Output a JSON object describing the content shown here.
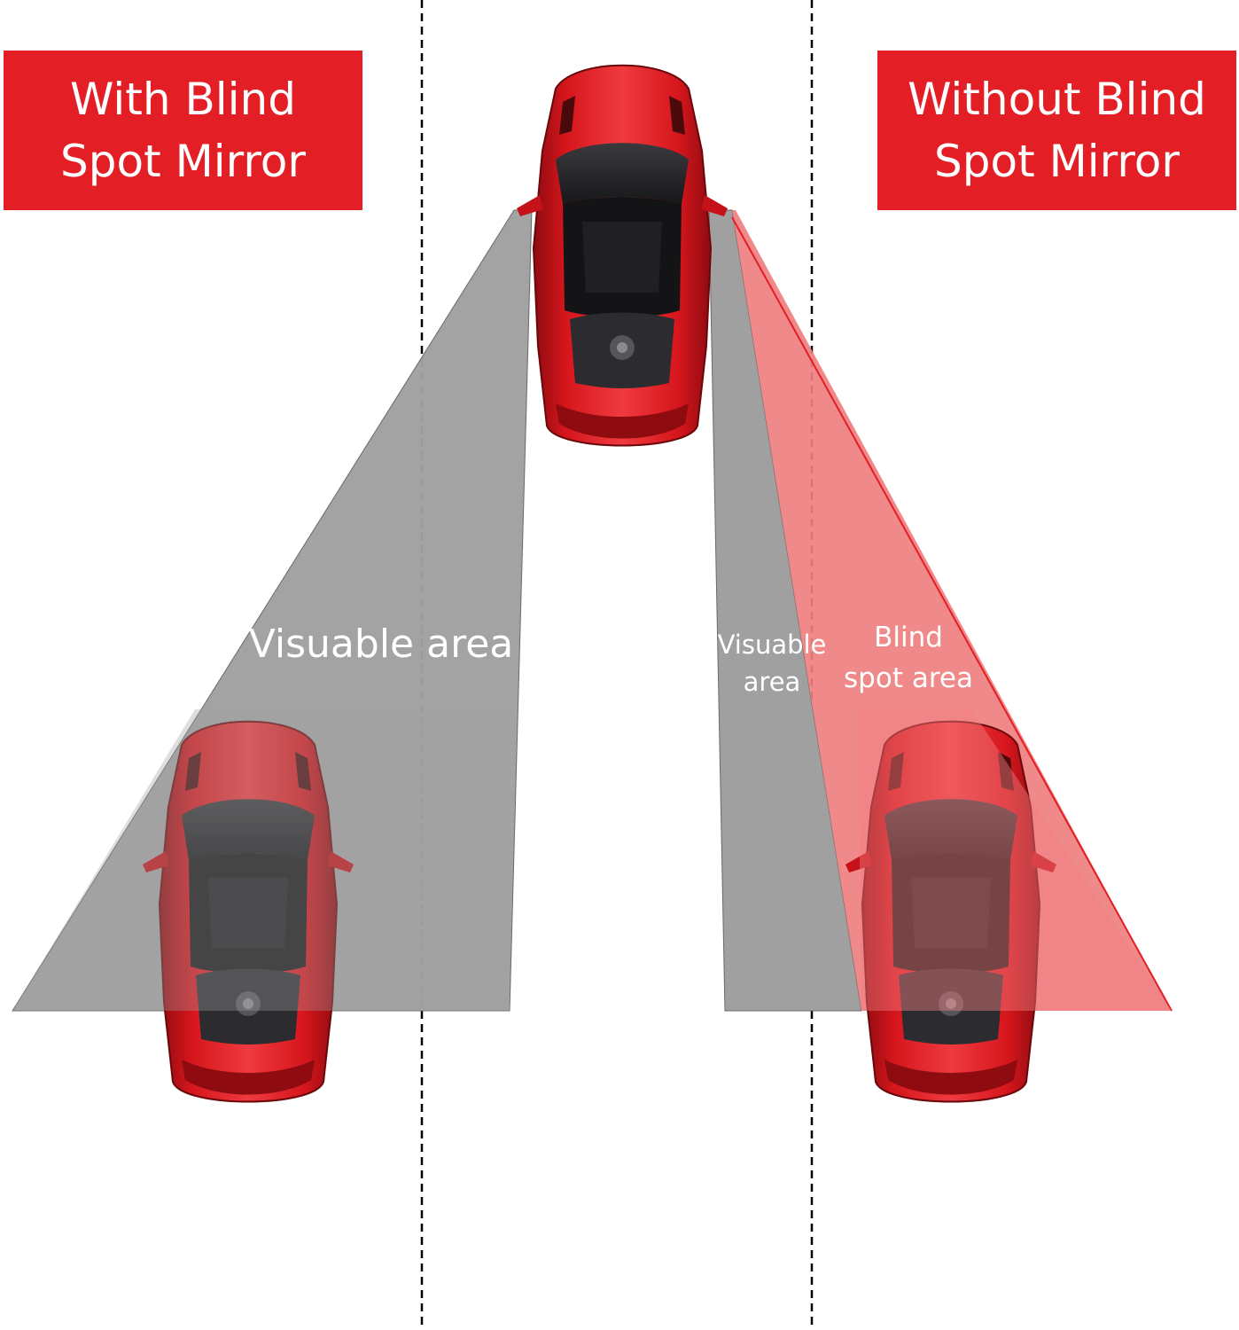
{
  "banners": {
    "left": {
      "line1": "With Blind",
      "line2": "Spot Mirror"
    },
    "right": {
      "line1": "Without Blind",
      "line2": "Spot Mirror"
    }
  },
  "areas": {
    "left_visuable": "Visuable area",
    "right_visuable": {
      "line1": "Visuable",
      "line2": "area"
    },
    "blind_spot": {
      "line1": "Blind",
      "line2": "spot area"
    }
  },
  "colors": {
    "banner": "#e31e24",
    "visuable_area": "#a0a0a0",
    "blind_spot_area": "#ef7f80",
    "car_body": "#d5161c",
    "lane_line": "#000000"
  },
  "icons": [
    "car-top-view-icon"
  ]
}
